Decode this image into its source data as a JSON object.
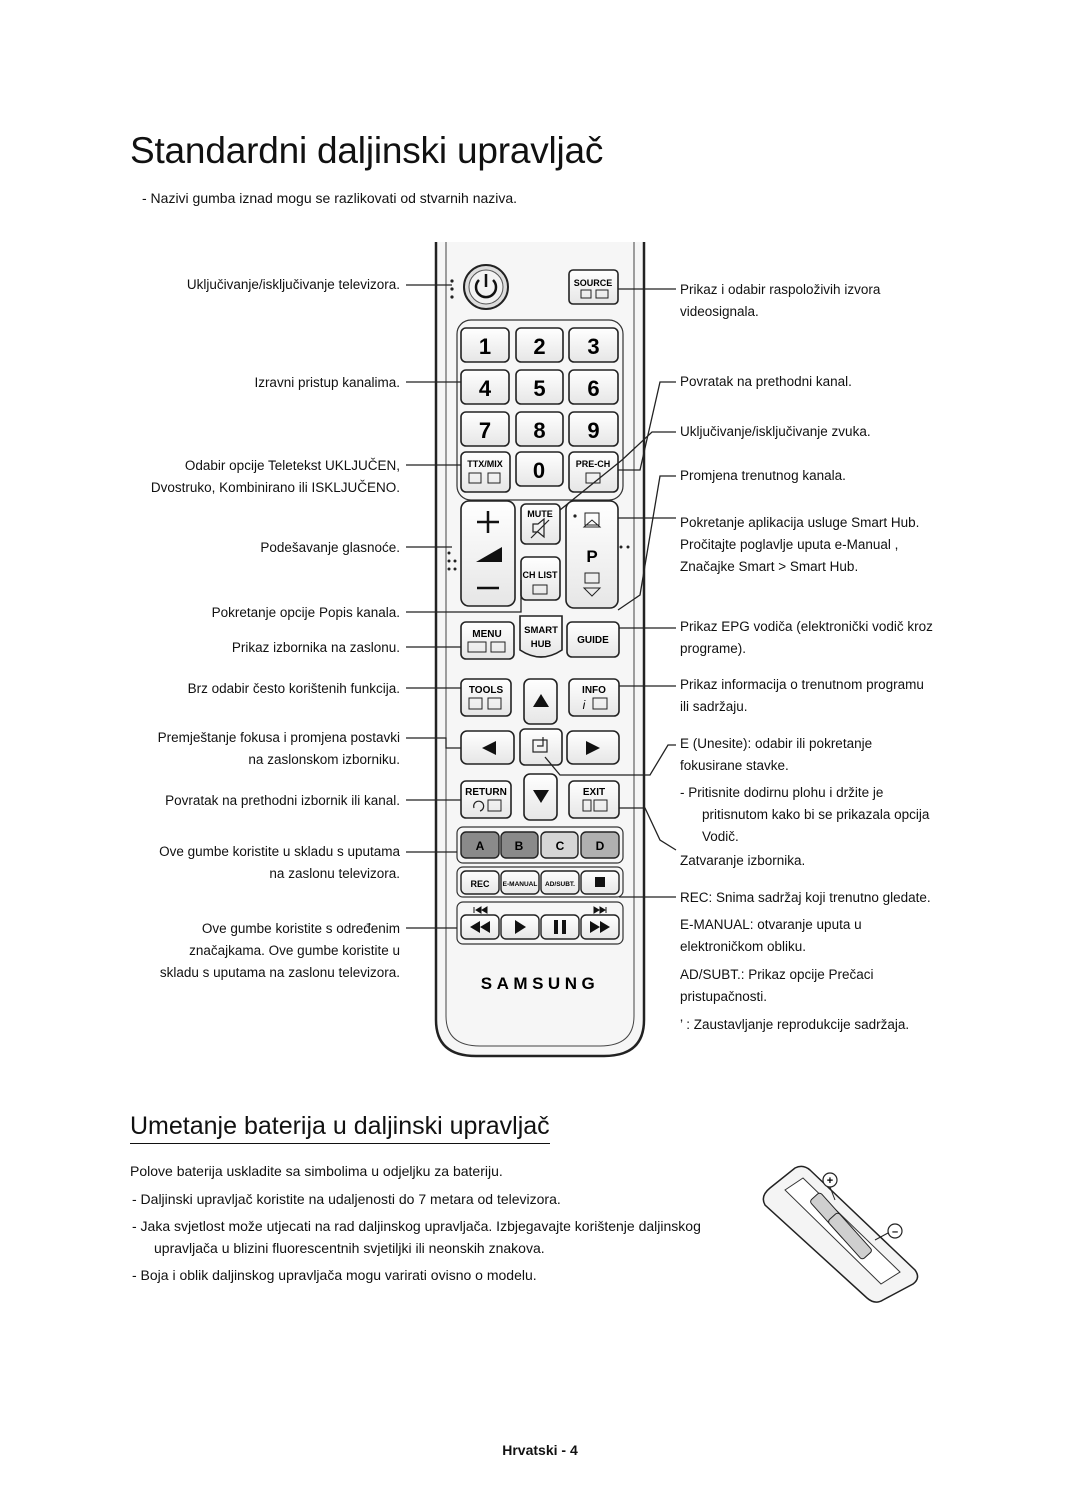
{
  "title": "Standardni daljinski upravljač",
  "note": "-   Nazivi gumba iznad mogu se razlikovati od stvarnih naziva.",
  "remote": {
    "buttons": {
      "source": "SOURCE",
      "digits": [
        "1",
        "2",
        "3",
        "4",
        "5",
        "6",
        "7",
        "8",
        "9"
      ],
      "ttx": "TTX/MIX",
      "zero": "0",
      "prech": "PRE-CH",
      "mute": "MUTE",
      "chlist": "CH LIST",
      "p": "P",
      "menu": "MENU",
      "smart_line1": "SMART",
      "smart_line2": "HUB",
      "guide": "GUIDE",
      "tools": "TOOLS",
      "info": "INFO",
      "return": "RETURN",
      "exit": "EXIT",
      "a": "A",
      "b": "B",
      "c": "C",
      "d": "D",
      "rec": "REC",
      "emanual": "E-MANUAL",
      "adsubt": "AD/SUBT."
    },
    "brand": "SAMSUNG"
  },
  "labels_left": [
    "Uključivanje/isključivanje televizora.",
    "Izravni pristup kanalima.",
    "Odabir opcije Teletekst UKLJUČEN,",
    "Dvostruko, Kombinirano ili ISKLJUČENO.",
    "Podešavanje glasnoće.",
    "Pokretanje opcije Popis kanala.",
    "Prikaz izbornika na zaslonu.",
    "Brz odabir često korištenih funkcija.",
    "Premještanje fokusa i promjena postavki",
    "na zaslonskom izborniku.",
    "Povratak na prethodni izbornik ili kanal.",
    "Ove gumbe koristite u skladu s uputama",
    "na zaslonu televizora.",
    "Ove gumbe koristite s određenim",
    "značajkama. Ove gumbe koristite u",
    "skladu s uputama na zaslonu televizora."
  ],
  "labels_right": [
    "Prikaz i odabir raspoloživih izvora",
    "videosignala.",
    "Povratak na prethodni kanal.",
    "Uključivanje/isključivanje zvuka.",
    "Promjena trenutnog kanala.",
    "Pokretanje aplikacija usluge Smart Hub.",
    "Pročitajte poglavlje uputa e-Manual ,",
    "Značajke Smart > Smart Hub.",
    "Prikaz EPG vodiča (elektronički vodič kroz",
    "programe).",
    "Prikaz informacija o trenutnom programu",
    "ili sadržaju.",
    "E    (Unesite):  odabir ili pokretanje",
    "fokusirane stavke.",
    "-    Pritisnite dodirnu plohu i držite je",
    "pritisnutom kako bi se prikazala opcija",
    "Vodič.",
    "Zatvaranje izbornika.",
    "REC: Snima sadržaj koji trenutno gledate.",
    "E-MANUAL: otvaranje uputa u",
    "elektroničkom obliku.",
    "AD/SUBT.: Prikaz opcije Prečaci",
    "pristupačnosti.",
    "’   : Zaustavljanje reprodukcije sadržaja."
  ],
  "battery": {
    "title": "Umetanje baterija u daljinski upravljač",
    "intro": "Polove baterija uskladite sa simbolima u odjeljku za bateriju.",
    "bullets": [
      "-    Daljinski upravljač koristite na udaljenosti do 7 metara od televizora.",
      "-    Jaka svjetlost može utjecati na rad daljinskog upravljača. Izbjegavajte korištenje daljinskog upravljača u blizini fluorescentnih svjetiljki ili neonskih znakova.",
      "-    Boja i oblik daljinskog upravljača mogu varirati ovisno o modelu."
    ],
    "plus": "+",
    "minus": "–"
  },
  "footer": "Hrvatski - 4"
}
